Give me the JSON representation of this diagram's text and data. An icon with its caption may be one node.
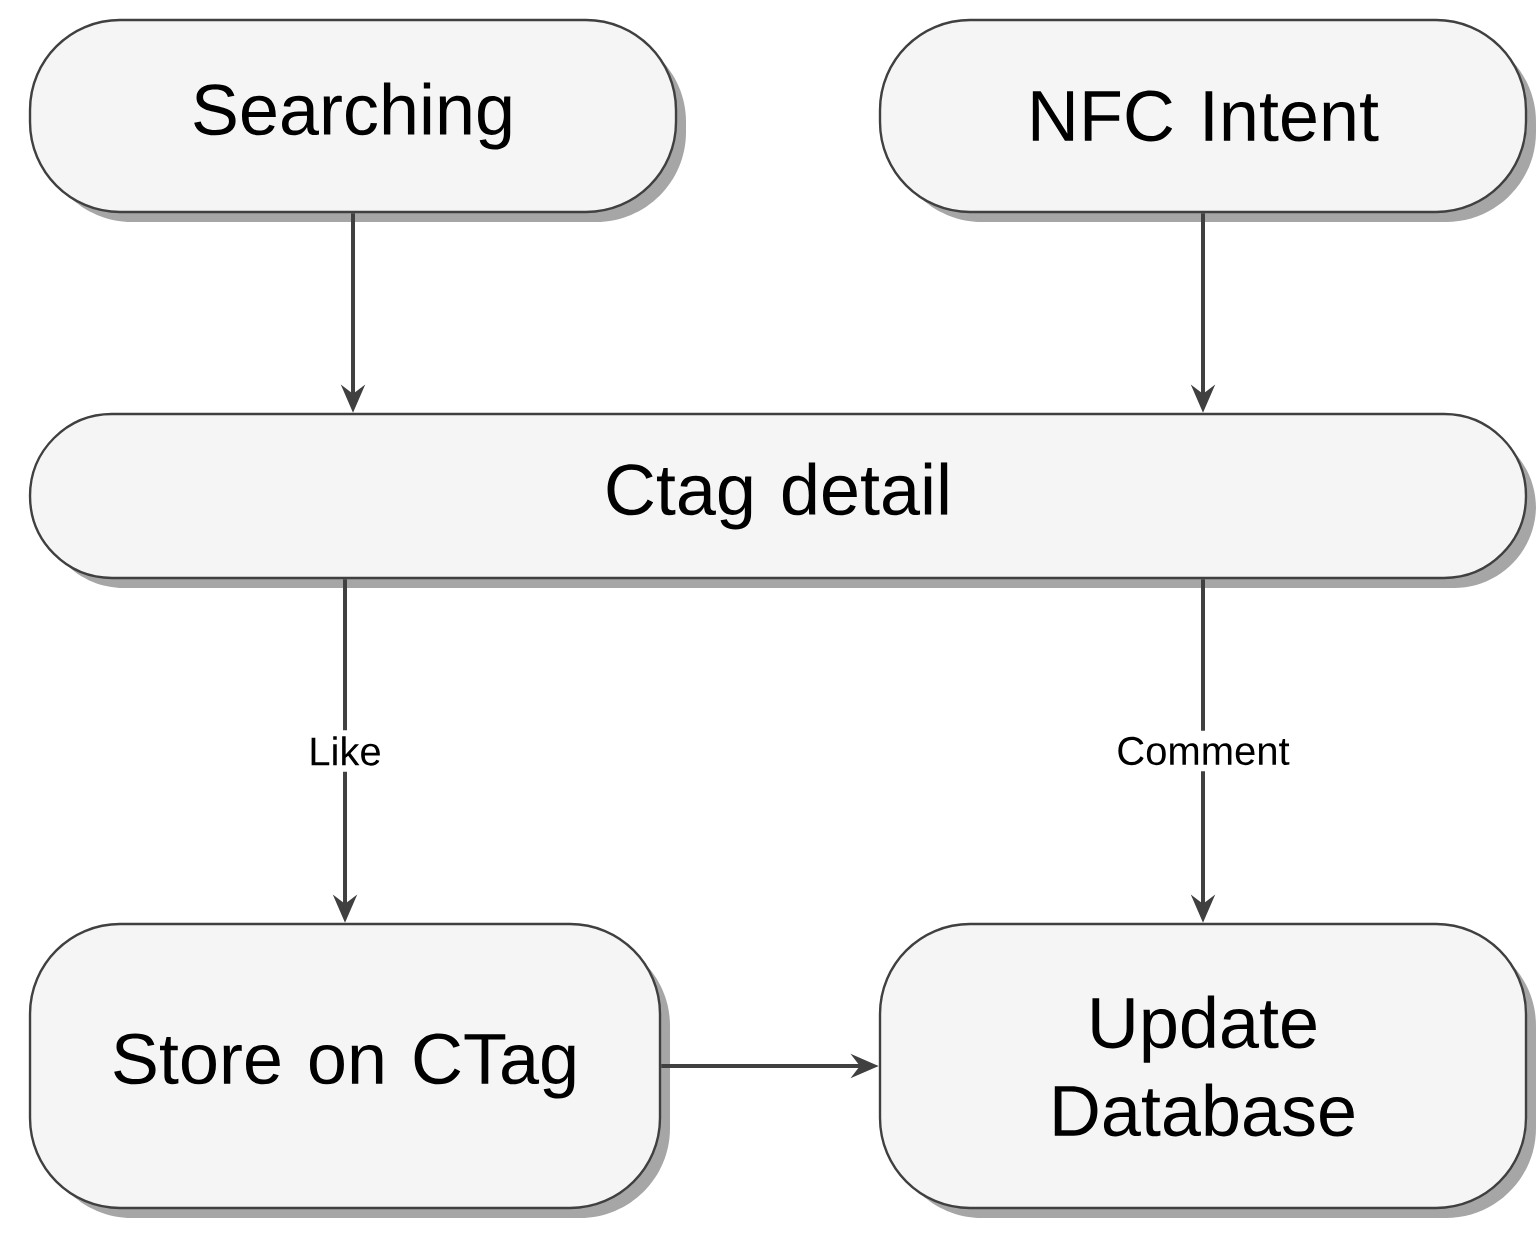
{
  "diagram": {
    "nodes": [
      {
        "text": [
          "Searching"
        ]
      },
      {
        "text": [
          "NFC Intent"
        ]
      },
      {
        "text": [
          "Ctag detail"
        ]
      },
      {
        "text": [
          "Store on CTag"
        ]
      },
      {
        "text": [
          "Update Database"
        ]
      }
    ],
    "edges": [
      {
        "from": 0,
        "to": 2,
        "arrow": "to"
      },
      {
        "from": 1,
        "to": 2,
        "arrow": "to"
      },
      {
        "from": 2,
        "to": 3,
        "arrow": "to",
        "label": "Like"
      },
      {
        "from": 2,
        "to": 4,
        "arrow": "to",
        "label": "Comment"
      },
      {
        "from": 3,
        "to": 4,
        "arrow": "to"
      }
    ]
  }
}
